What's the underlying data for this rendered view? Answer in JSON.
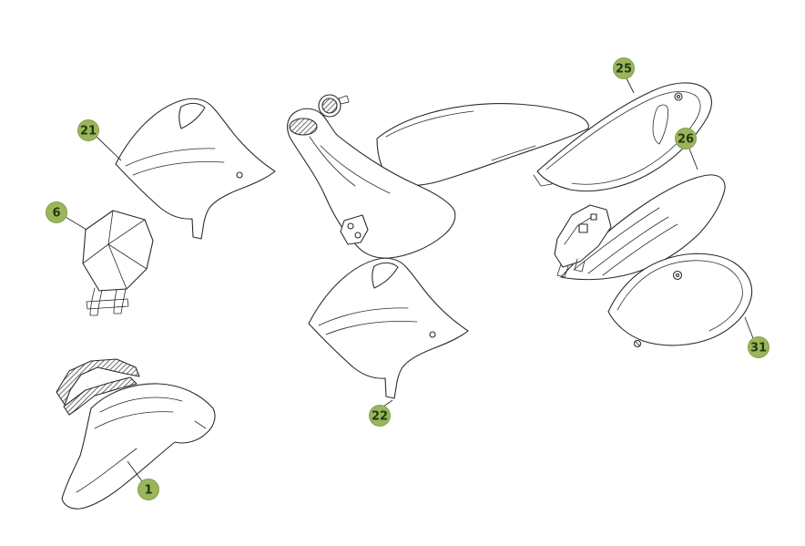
{
  "colors": {
    "background": "#ffffff",
    "line": "#2b2b2b",
    "badge_fill": "#9ab55e",
    "badge_border": "#86a048",
    "badge_text": "#213c0a"
  },
  "callouts": [
    {
      "label": "21",
      "part": "left-radiator-shroud"
    },
    {
      "label": "6",
      "part": "headlight-number-plate"
    },
    {
      "label": "1",
      "part": "front-fender"
    },
    {
      "label": "22",
      "part": "right-radiator-shroud"
    },
    {
      "label": "25",
      "part": "left-side-panel"
    },
    {
      "label": "26",
      "part": "rear-fender"
    },
    {
      "label": "31",
      "part": "right-side-panel"
    }
  ]
}
